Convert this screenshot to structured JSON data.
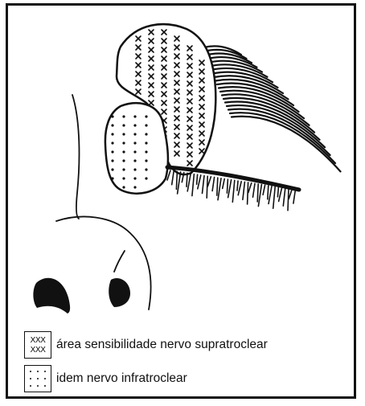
{
  "legend": {
    "supratroclear": {
      "label": "área sensibilidade nervo supratroclear",
      "swatch_symbol_row1": "XXX",
      "swatch_symbol_row2": "XXX",
      "pattern": "cross-hatch-x"
    },
    "infratroclear": {
      "label": "idem nervo infratroclear",
      "pattern": "dots"
    }
  },
  "colors": {
    "ink": "#111111",
    "background": "#ffffff"
  }
}
